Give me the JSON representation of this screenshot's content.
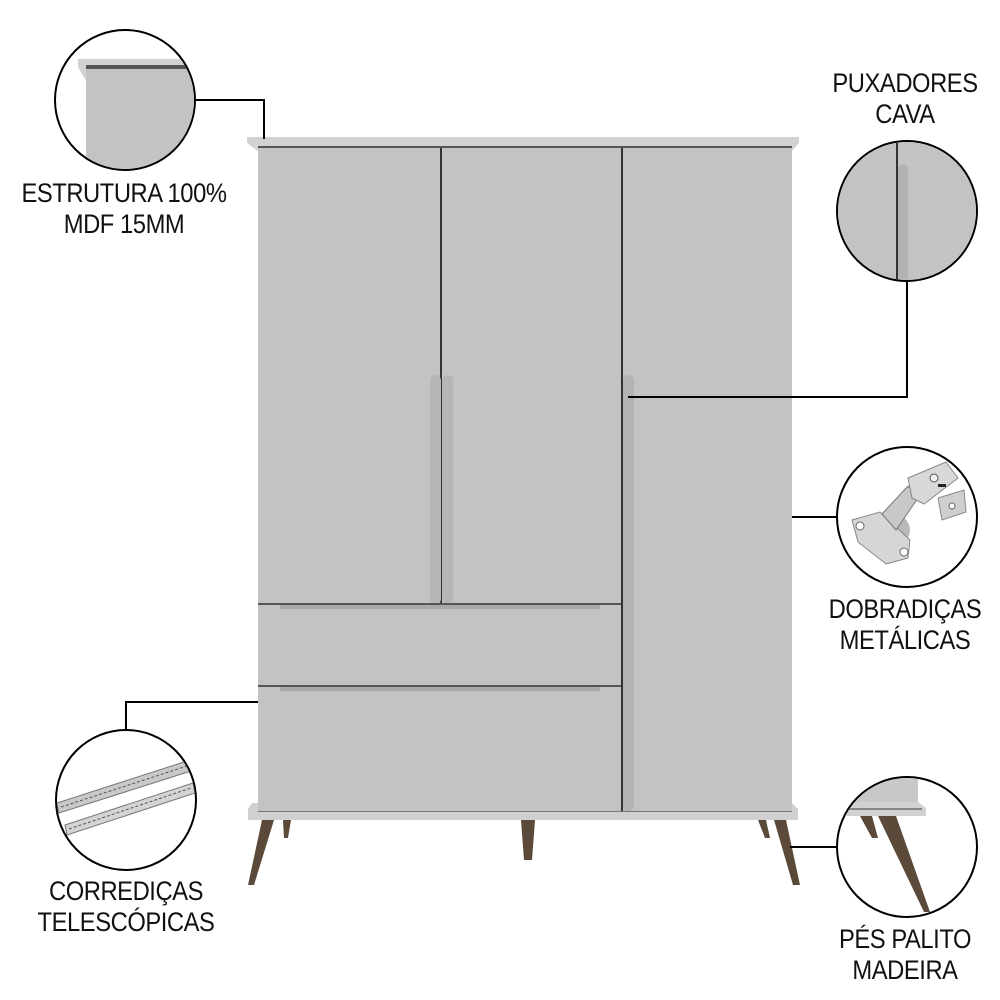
{
  "product": {
    "type": "wardrobe",
    "colors": {
      "body": "#c4c4c4",
      "body_light": "#cfcfcf",
      "edge": "#4a4a4a",
      "legs": "#5b4a3a",
      "line": "#000000"
    }
  },
  "callouts": [
    {
      "id": "estrutura",
      "line1": "ESTRUTURA 100%",
      "line2": "MDF 15MM",
      "icon": "mdf-corner-detail-icon"
    },
    {
      "id": "puxadores",
      "line1": "PUXADORES",
      "line2": "CAVA",
      "icon": "cava-handle-detail-icon"
    },
    {
      "id": "dobradicas",
      "line1": "DOBRADIÇAS",
      "line2": "METÁLICAS",
      "icon": "metal-hinge-icon"
    },
    {
      "id": "corredicas",
      "line1": "CORREDIÇAS",
      "line2": "TELESCÓPICAS",
      "icon": "telescopic-slide-icon"
    },
    {
      "id": "pes",
      "line1": "PÉS PALITO",
      "line2": "MADEIRA",
      "icon": "wooden-leg-detail-icon"
    }
  ]
}
